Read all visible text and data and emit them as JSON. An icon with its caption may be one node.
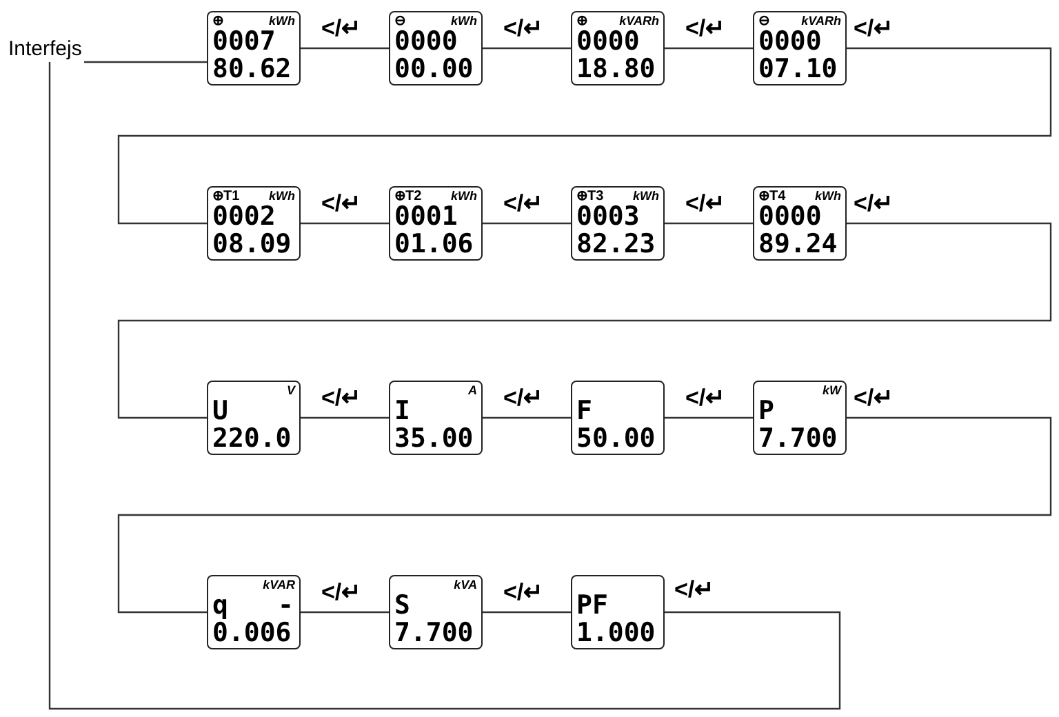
{
  "diagram": {
    "nodes": [
      {
        "text": [
          "Interfejs"
        ]
      },
      {
        "text": [
          "⊕",
          "kWh",
          "0007",
          "80.62"
        ]
      },
      {
        "text": [
          "⊖",
          "kWh",
          "0000",
          "00.00"
        ]
      },
      {
        "text": [
          "⊕",
          "kVARh",
          "0000",
          "18.80"
        ]
      },
      {
        "text": [
          "⊖",
          "kVARh",
          "0000",
          "07.10"
        ]
      },
      {
        "text": [
          "⊕T1",
          "kWh",
          "0002",
          "08.09"
        ]
      },
      {
        "text": [
          "⊕T2",
          "kWh",
          "0001",
          "01.06"
        ]
      },
      {
        "text": [
          "⊕T3",
          "kWh",
          "0003",
          "82.23"
        ]
      },
      {
        "text": [
          "⊕T4",
          "kWh",
          "0000",
          "89.24"
        ]
      },
      {
        "text": [
          "V",
          "U",
          "220.0"
        ]
      },
      {
        "text": [
          "A",
          "I",
          "35.00"
        ]
      },
      {
        "text": [
          "F",
          "50.00"
        ]
      },
      {
        "text": [
          "kW",
          "P",
          "7.700"
        ]
      },
      {
        "text": [
          "kVAR",
          "q",
          "-",
          "0.006"
        ]
      },
      {
        "text": [
          "kVA",
          "S",
          "7.700"
        ]
      },
      {
        "text": [
          "PF",
          "1.000"
        ]
      }
    ],
    "edges": [
      {
        "from": 0,
        "to": 1,
        "arrow": "none"
      },
      {
        "from": 1,
        "to": 2,
        "arrow": "none",
        "label": "</↵"
      },
      {
        "from": 2,
        "to": 3,
        "arrow": "none",
        "label": "</↵"
      },
      {
        "from": 3,
        "to": 4,
        "arrow": "none",
        "label": "</↵"
      },
      {
        "from": 4,
        "to": 5,
        "arrow": "none",
        "label": "</↵"
      },
      {
        "from": 5,
        "to": 6,
        "arrow": "none",
        "label": "</↵"
      },
      {
        "from": 6,
        "to": 7,
        "arrow": "none",
        "label": "</↵"
      },
      {
        "from": 7,
        "to": 8,
        "arrow": "none",
        "label": "</↵"
      },
      {
        "from": 8,
        "to": 9,
        "arrow": "none",
        "label": "</↵"
      },
      {
        "from": 9,
        "to": 10,
        "arrow": "none",
        "label": "</↵"
      },
      {
        "from": 10,
        "to": 11,
        "arrow": "none",
        "label": "</↵"
      },
      {
        "from": 11,
        "to": 12,
        "arrow": "none",
        "label": "</↵"
      },
      {
        "from": 12,
        "to": 13,
        "arrow": "none",
        "label": "</↵"
      },
      {
        "from": 13,
        "to": 14,
        "arrow": "none",
        "label": "</↵"
      },
      {
        "from": 14,
        "to": 15,
        "arrow": "none",
        "label": "</↵"
      },
      {
        "from": 15,
        "to": 0,
        "arrow": "none",
        "label": "</↵"
      }
    ]
  }
}
